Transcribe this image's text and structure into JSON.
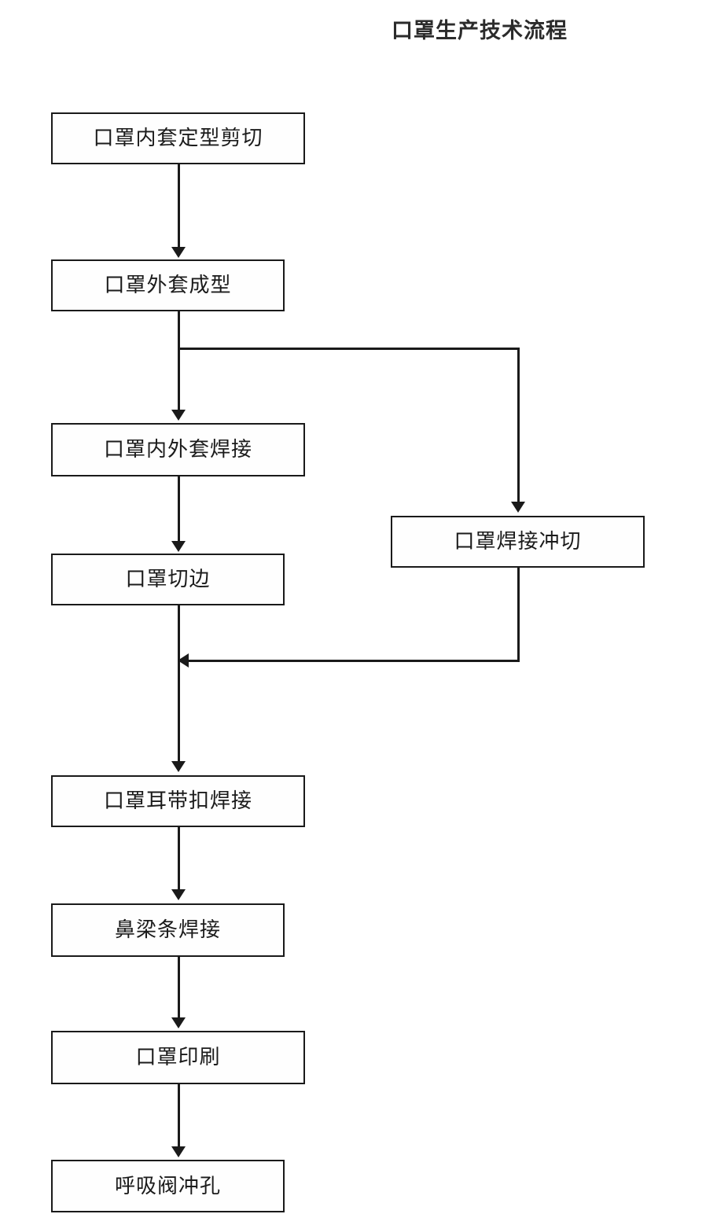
{
  "diagram": {
    "title": "口罩生产技术流程",
    "type": "flowchart",
    "orientation": "top-to-bottom",
    "background_color": "#ffffff",
    "line_color": "#1a1a1a",
    "text_color": "#1b1b1b",
    "box_fill_color": "#fefefe",
    "nodes": [
      {
        "id": "n1",
        "label": "口罩内套定型剪切"
      },
      {
        "id": "n2",
        "label": "口罩外套成型"
      },
      {
        "id": "n3",
        "label": "口罩内外套焊接"
      },
      {
        "id": "n4",
        "label": "口罩切边"
      },
      {
        "id": "n5",
        "label": "口罩焊接冲切"
      },
      {
        "id": "n6",
        "label": "口罩耳带扣焊接"
      },
      {
        "id": "n7",
        "label": "鼻梁条焊接"
      },
      {
        "id": "n8",
        "label": "口罩印刷"
      },
      {
        "id": "n9",
        "label": "呼吸阀冲孔"
      }
    ],
    "edges": [
      {
        "from": "n1",
        "to": "n2",
        "style": "straight-down"
      },
      {
        "from": "n2",
        "to": "n3",
        "style": "straight-down"
      },
      {
        "from": "n2",
        "to": "n5",
        "style": "branch-right-then-down"
      },
      {
        "from": "n3",
        "to": "n4",
        "style": "straight-down"
      },
      {
        "from": "n4",
        "to": "n6",
        "style": "straight-down"
      },
      {
        "from": "n5",
        "to": "n6",
        "style": "down-then-left-merge"
      },
      {
        "from": "n6",
        "to": "n7",
        "style": "straight-down"
      },
      {
        "from": "n7",
        "to": "n8",
        "style": "straight-down"
      },
      {
        "from": "n8",
        "to": "n9",
        "style": "straight-down"
      }
    ]
  }
}
